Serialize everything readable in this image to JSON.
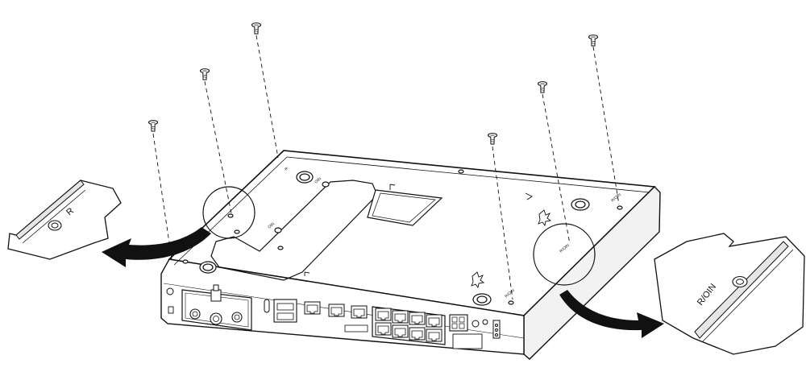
{
  "callouts": {
    "left_label": "R",
    "right_label": "R/OIN"
  },
  "device_markings": {
    "pad_label": "R/OIN"
  },
  "screws": {
    "count": 6
  },
  "colors": {
    "line": "#111111",
    "fill": "#ffffff",
    "shade": "#e6e6e6"
  }
}
